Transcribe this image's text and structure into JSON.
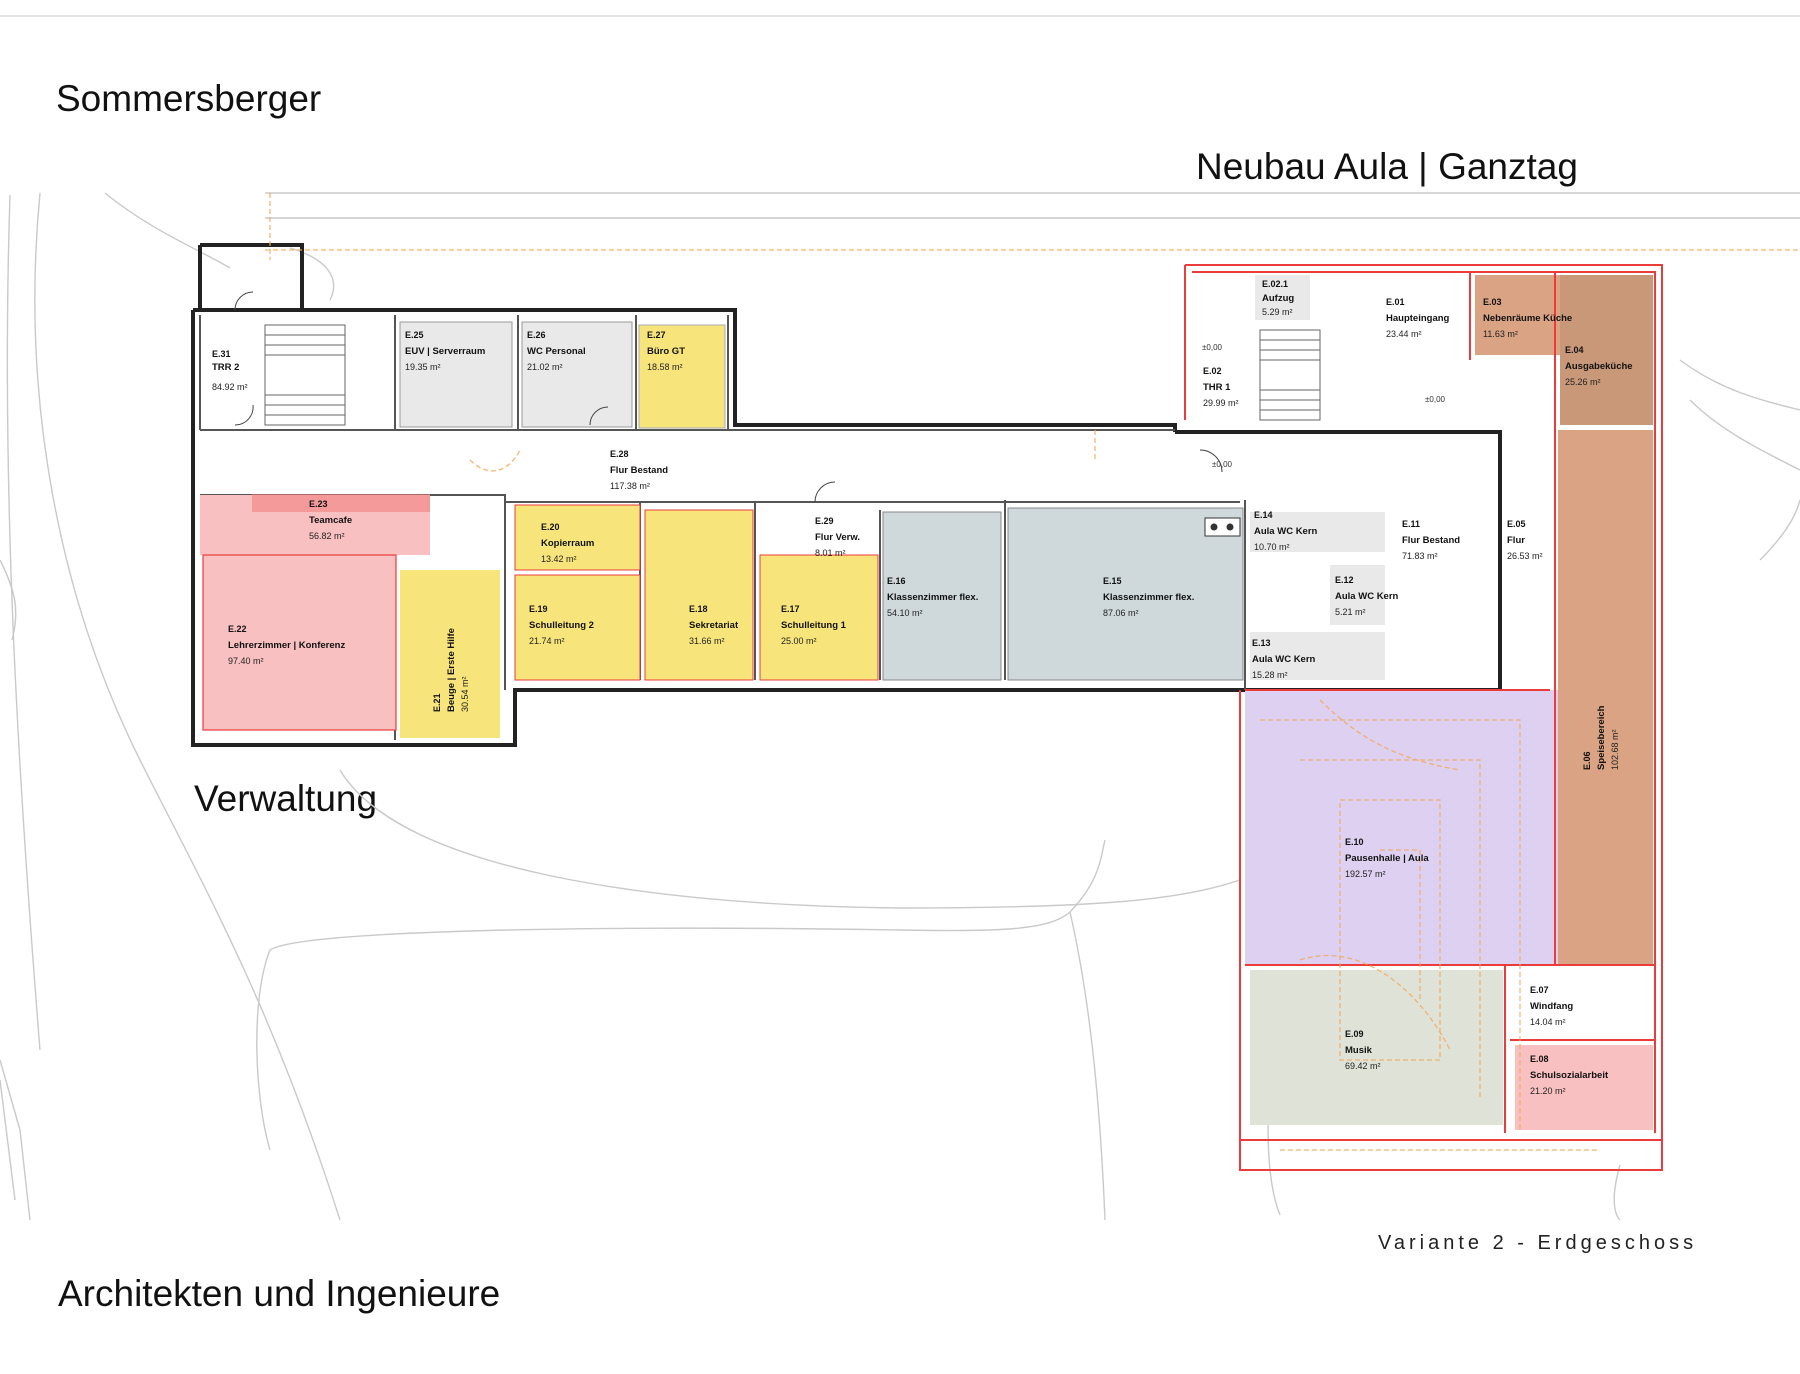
{
  "labels": {
    "office": "Sommersberger",
    "office_sub": "Architekten und Ingenieure",
    "section_new": "Neubau Aula | Ganztag",
    "section_admin": "Verwaltung",
    "drawing_caption": "Variante 2 - Erdgeschoss"
  },
  "colors": {
    "yellow": "#f7e57c",
    "pink": "#f8c0c0",
    "grey": "#e9e9e9",
    "bluegrey": "#cfd9dc",
    "purple": "#ddd0f0",
    "brown": "#d9a384",
    "sage": "#dfe3d7",
    "red_line": "#ec3b3b",
    "orange_line": "#f2a95d"
  },
  "rooms": [
    {
      "key": "E31",
      "id": "E.31",
      "name": "TRR 2",
      "area": "84.92 m²",
      "fill": "white"
    },
    {
      "key": "E25",
      "id": "E.25",
      "name": "EUV | Serverraum",
      "area": "19.35 m²",
      "fill": "grey"
    },
    {
      "key": "E26",
      "id": "E.26",
      "name": "WC Personal",
      "area": "21.02 m²",
      "fill": "grey"
    },
    {
      "key": "E27",
      "id": "E.27",
      "name": "Büro GT",
      "area": "18.58 m²",
      "fill": "yellow"
    },
    {
      "key": "E28",
      "id": "E.28",
      "name": "Flur Bestand",
      "area": "117.38 m²",
      "fill": "white"
    },
    {
      "key": "E23",
      "id": "E.23",
      "name": "Teamcafe",
      "area": "56.82 m²",
      "fill": "pink"
    },
    {
      "key": "E22",
      "id": "E.22",
      "name": "Lehrerzimmer | Konferenz",
      "area": "97.40 m²",
      "fill": "pink"
    },
    {
      "key": "E21",
      "id": "E.21",
      "name": "Beuge | Erste Hilfe",
      "area": "30.54 m²",
      "fill": "yellow"
    },
    {
      "key": "E20",
      "id": "E.20",
      "name": "Kopierraum",
      "area": "13.42 m²",
      "fill": "yellow"
    },
    {
      "key": "E19",
      "id": "E.19",
      "name": "Schulleitung 2",
      "area": "21.74 m²",
      "fill": "yellow"
    },
    {
      "key": "E18",
      "id": "E.18",
      "name": "Sekretariat",
      "area": "31.66 m²",
      "fill": "yellow"
    },
    {
      "key": "E17",
      "id": "E.17",
      "name": "Schulleitung 1",
      "area": "25.00 m²",
      "fill": "yellow"
    },
    {
      "key": "E29",
      "id": "E.29",
      "name": "Flur Verw.",
      "area": "8.01 m²",
      "fill": "white"
    },
    {
      "key": "E16",
      "id": "E.16",
      "name": "Klassenzimmer flex.",
      "area": "54.10 m²",
      "fill": "bluegrey"
    },
    {
      "key": "E15",
      "id": "E.15",
      "name": "Klassenzimmer flex.",
      "area": "87.06 m²",
      "fill": "bluegrey"
    },
    {
      "key": "E14",
      "id": "E.14",
      "name": "Aula WC Kern",
      "area": "10.70 m²",
      "fill": "grey"
    },
    {
      "key": "E12",
      "id": "E.12",
      "name": "Aula WC Kern",
      "area": "5.21 m²",
      "fill": "grey"
    },
    {
      "key": "E13",
      "id": "E.13",
      "name": "Aula WC Kern",
      "area": "15.28 m²",
      "fill": "grey"
    },
    {
      "key": "E11",
      "id": "E.11",
      "name": "Flur Bestand",
      "area": "71.83 m²",
      "fill": "white"
    },
    {
      "key": "E021",
      "id": "E.02.1",
      "name": "Aufzug",
      "area": "5.29 m²",
      "fill": "grey"
    },
    {
      "key": "E02",
      "id": "E.02",
      "name": "THR 1",
      "area": "29.99 m²",
      "fill": "white"
    },
    {
      "key": "E01",
      "id": "E.01",
      "name": "Haupteingang",
      "area": "23.44 m²",
      "fill": "white"
    },
    {
      "key": "E03",
      "id": "E.03",
      "name": "Nebenräume Küche",
      "area": "11.63 m²",
      "fill": "brown"
    },
    {
      "key": "E04",
      "id": "E.04",
      "name": "Ausgabeküche",
      "area": "25.26 m²",
      "fill": "brown"
    },
    {
      "key": "E05",
      "id": "E.05",
      "name": "Flur",
      "area": "26.53 m²",
      "fill": "white"
    },
    {
      "key": "E06",
      "id": "E.06",
      "name": "Speisebereich",
      "area": "102.68 m²",
      "fill": "brown"
    },
    {
      "key": "E10",
      "id": "E.10",
      "name": "Pausenhalle | Aula",
      "area": "192.57 m²",
      "fill": "purple"
    },
    {
      "key": "E09",
      "id": "E.09",
      "name": "Musik",
      "area": "69.42 m²",
      "fill": "sage"
    },
    {
      "key": "E07",
      "id": "E.07",
      "name": "Windfang",
      "area": "14.04 m²",
      "fill": "white"
    },
    {
      "key": "E08",
      "id": "E.08",
      "name": "Schulsozialarbeit",
      "area": "21.20 m²",
      "fill": "pink"
    }
  ],
  "level_marks": [
    "±0,00",
    "±0,00",
    "±0,00"
  ]
}
